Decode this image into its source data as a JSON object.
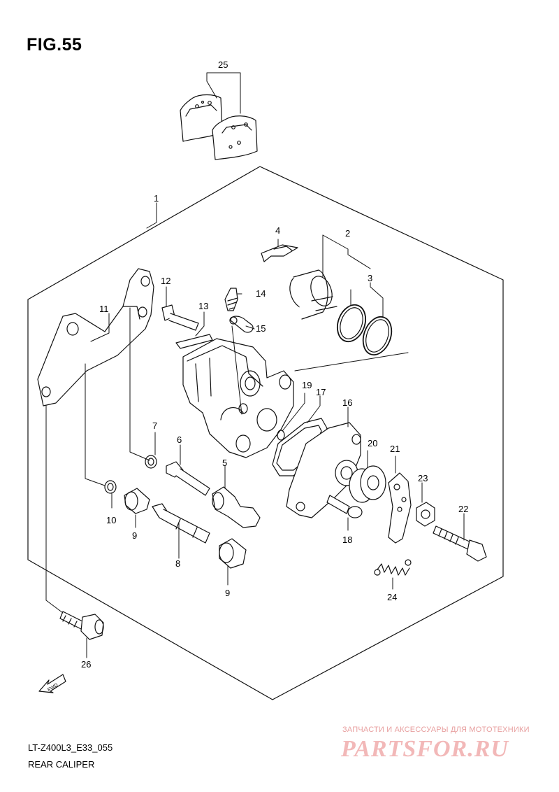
{
  "figure": {
    "title": "FIG.55",
    "model_code": "LT-Z400L3_E33_055",
    "caption": "REAR CALIPER"
  },
  "watermark": {
    "tagline": "ЗАПЧАСТИ И АКСЕССУАРЫ ДЛЯ МОТОТЕХНИКИ",
    "logo": "PARTSFOR.RU",
    "color": "#e8a0a0"
  },
  "direction_marker": {
    "label": "FWD",
    "icon": "fwd-arrow-icon"
  },
  "callouts": [
    {
      "id": "c25",
      "label": "25"
    },
    {
      "id": "c1",
      "label": "1"
    },
    {
      "id": "c4",
      "label": "4"
    },
    {
      "id": "c2",
      "label": "2"
    },
    {
      "id": "c3",
      "label": "3"
    },
    {
      "id": "c12",
      "label": "12"
    },
    {
      "id": "c14",
      "label": "14"
    },
    {
      "id": "c11",
      "label": "11"
    },
    {
      "id": "c13",
      "label": "13"
    },
    {
      "id": "c15",
      "label": "15"
    },
    {
      "id": "c19",
      "label": "19"
    },
    {
      "id": "c17",
      "label": "17"
    },
    {
      "id": "c16",
      "label": "16"
    },
    {
      "id": "c7",
      "label": "7"
    },
    {
      "id": "c6",
      "label": "6"
    },
    {
      "id": "c20",
      "label": "20"
    },
    {
      "id": "c21",
      "label": "21"
    },
    {
      "id": "c5",
      "label": "5"
    },
    {
      "id": "c23",
      "label": "23"
    },
    {
      "id": "c22",
      "label": "22"
    },
    {
      "id": "c10",
      "label": "10"
    },
    {
      "id": "c9a",
      "label": "9"
    },
    {
      "id": "c18",
      "label": "18"
    },
    {
      "id": "c8",
      "label": "8"
    },
    {
      "id": "c9b",
      "label": "9"
    },
    {
      "id": "c24",
      "label": "24"
    },
    {
      "id": "c26",
      "label": "26"
    }
  ]
}
